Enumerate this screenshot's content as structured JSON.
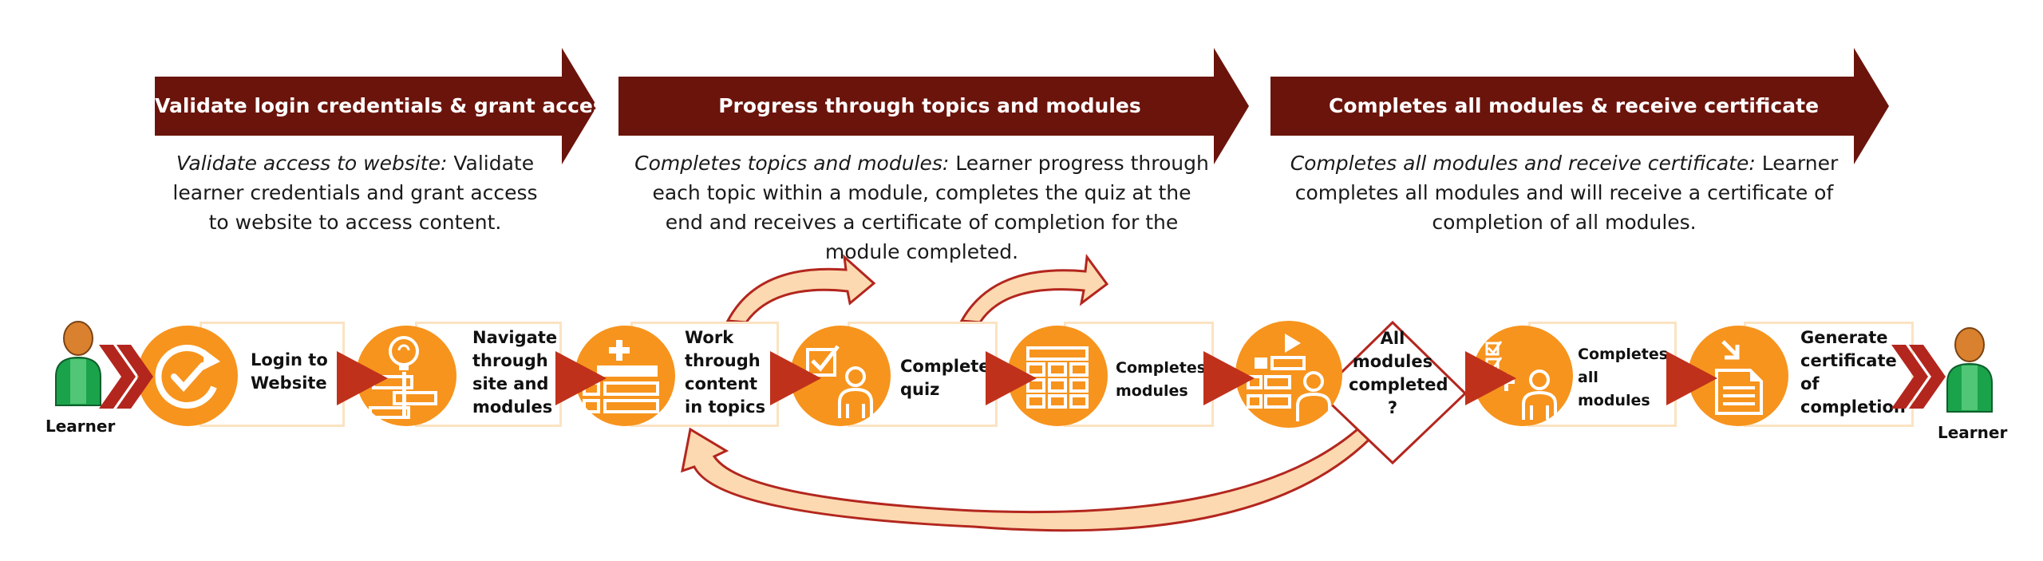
{
  "colors": {
    "phase_arrow": "#6b140c",
    "step_circle": "#f7941d",
    "connector_triangle": "#c0311b",
    "loop_arrow_fill": "#fcd9b0",
    "loop_arrow_stroke": "#b3261e",
    "learner_body": "#1aa34a",
    "learner_head": "#d9812e"
  },
  "phases": [
    {
      "title": "Validate login credentials & grant access",
      "desc_italic": "Validate access to website:",
      "desc_text": " Validate learner credentials and grant access to website to access content."
    },
    {
      "title": "Progress through topics and modules",
      "desc_italic": "Completes topics and modules:",
      "desc_text": " Learner progress through each topic within a module, completes the quiz at the end and receives a certificate of completion for the module completed."
    },
    {
      "title": "Completes all modules & receive certificate",
      "desc_italic": "Completes all modules and receive certificate:",
      "desc_text": " Learner completes all modules and will receive a certificate of completion of all modules."
    }
  ],
  "learner_start": {
    "label": "Learner",
    "icon": "person-icon"
  },
  "learner_end": {
    "label": "Learner",
    "icon": "person-icon"
  },
  "steps": [
    {
      "label": "Login to\nWebsite",
      "icon": "refresh-check-icon"
    },
    {
      "label": "Navigate\nthrough\nsite and\nmodules",
      "icon": "signpost-lightbulb-icon"
    },
    {
      "label": "Work\n through\ncontent\nin topics",
      "icon": "content-list-icon"
    },
    {
      "label": "Complete\n quiz",
      "icon": "quiz-person-icon"
    },
    {
      "label": "Completes\nmodules",
      "icon": "grid-table-icon"
    },
    {
      "label": "Completes\n all\nmodules",
      "icon": "checklist-person-icon"
    },
    {
      "label": "Generate\ncertificate\n of\ncompletion",
      "icon": "document-download-icon"
    }
  ],
  "decision": {
    "label": "All\nmodules\ncompleted\n?",
    "icon": "video-list-person-icon"
  }
}
